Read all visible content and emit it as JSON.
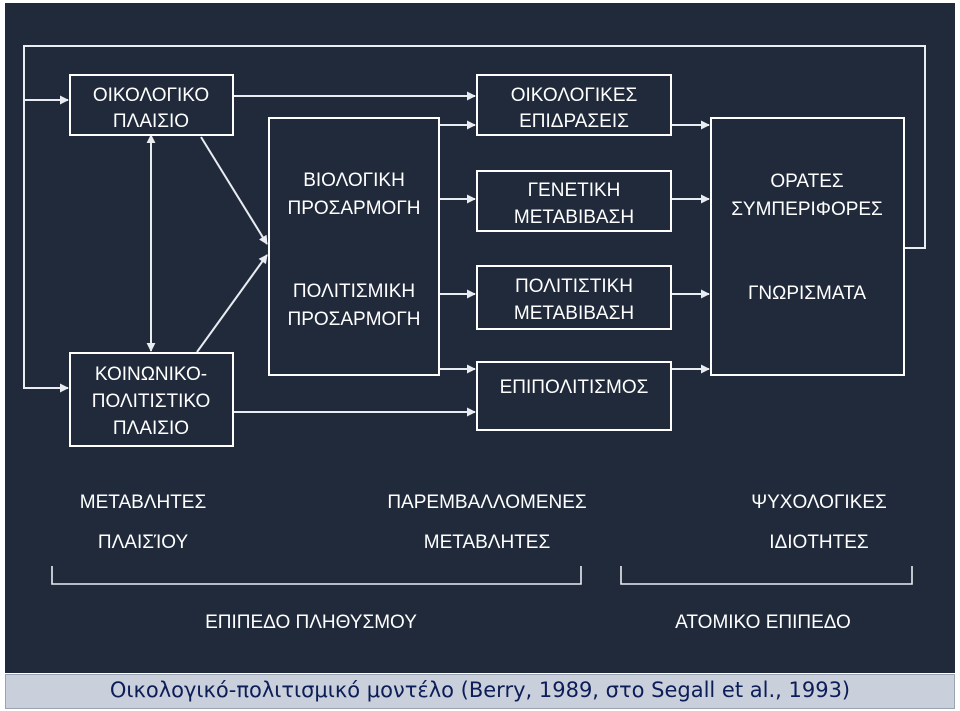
{
  "boxes": {
    "ecological_context": [
      "ΟΙΚΟΛΟΓΙΚΟ",
      "ΠΛΑΙΣΙΟ"
    ],
    "sociopolitical_context": [
      "ΚΟΙΝΩΝΙΚΟ-",
      "ΠΟΛΙΤΙΣΤΙΚΟ",
      "ΠΛΑΙΣΙΟ"
    ],
    "biological_adaptation": [
      "ΒΙΟΛΟΓΙΚΗ",
      "ΠΡΟΣΑΡΜΟΓΗ"
    ],
    "cultural_adaptation": [
      "ΠΟΛΙΤΙΣΜΙΚΗ",
      "ΠΡΟΣΑΡΜΟΓΗ"
    ],
    "ecological_influences": [
      "ΟΙΚΟΛΟΓΙΚΕΣ",
      "ΕΠΙΔΡΑΣΕΙΣ"
    ],
    "genetic_transmission": [
      "ΓΕΝΕΤΙΚΗ",
      "ΜΕΤΑΒΙΒΑΣΗ"
    ],
    "cultural_transmission": [
      "ΠΟΛΙΤΙΣΤΙΚΗ",
      "ΜΕΤΑΒΙΒΑΣΗ"
    ],
    "acculturation": [
      "ΕΠΙΠΟΛΙΤΙΣΜΟΣ"
    ],
    "observable_behaviours": [
      "ΟΡΑΤΕΣ",
      "ΣΥΜΠΕΡΙΦΟΡΕΣ"
    ],
    "traits": [
      "ΓΝΩΡΙΣΜΑΤΑ"
    ]
  },
  "column_labels": {
    "context_variables": [
      "ΜΕΤΑΒΛΗΤΕΣ",
      "ΠΛΑΙΣΊΟΥ"
    ],
    "intervening_variables": [
      "ΠΑΡΕΜΒΑΛΛΟΜΕΝΕΣ",
      "ΜΕΤΑΒΛΗΤΕΣ"
    ],
    "psychological_traits": [
      "ΨΥΧΟΛΟΓΙΚΕΣ",
      "ΙΔΙΟΤΗΤΕΣ"
    ]
  },
  "level_labels": {
    "population_level": "ΕΠΙΠΕΔΟ ΠΛΗΘΥΣΜΟΥ",
    "individual_level": "ΑΤΟΜΙΚΟ ΕΠΙΠΕΔΟ"
  },
  "caption": "Οικολογικό-πολιτισμικό μοντέλο (Berry, 1989, στο Segall et al., 1993)",
  "colors": {
    "panel_background": "#202a3b",
    "lines": "#e9edf2",
    "caption_bar": "#c9d0db",
    "caption_text": "#0c1d57"
  }
}
